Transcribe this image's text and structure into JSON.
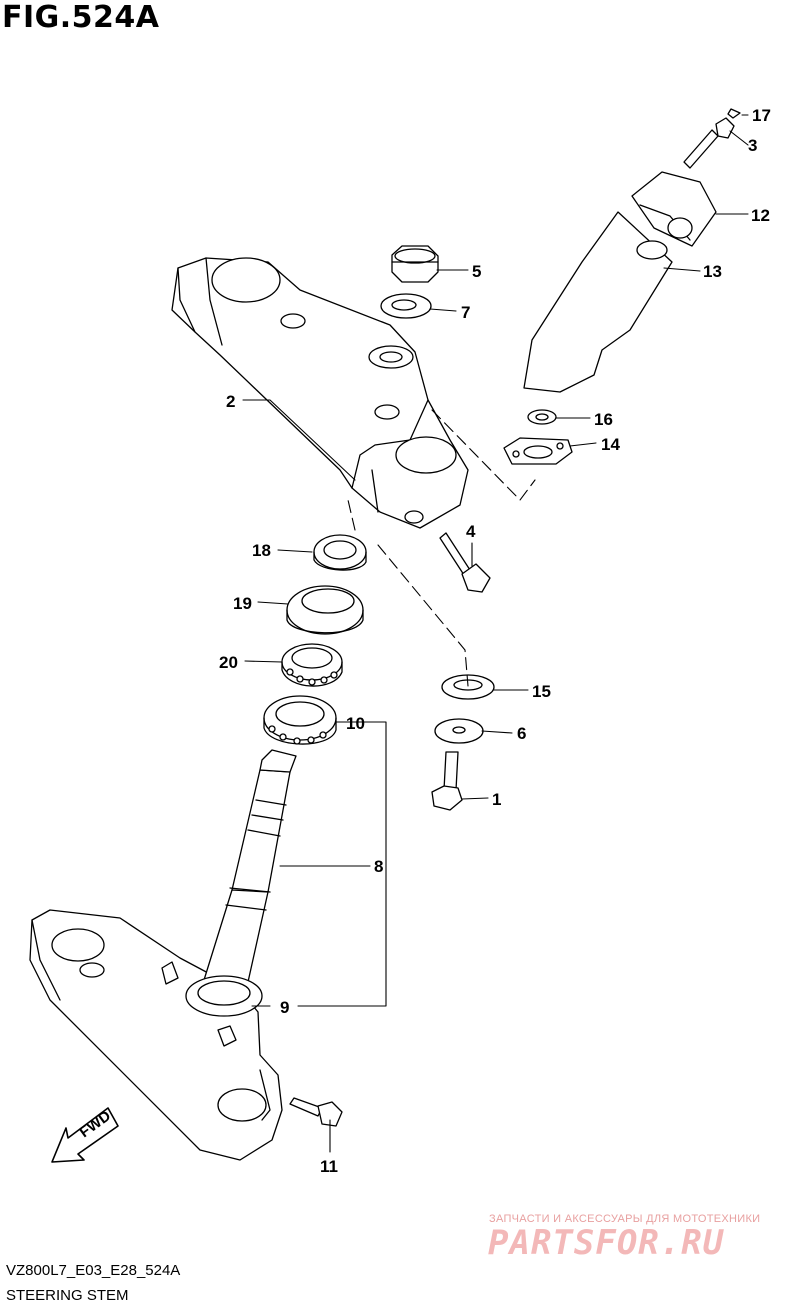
{
  "figure": {
    "title": "FIG.524A",
    "code": "VZ800L7_E03_E28_524A",
    "caption": "STEERING STEM"
  },
  "callouts": [
    {
      "id": "c1",
      "label": "1"
    },
    {
      "id": "c2",
      "label": "2"
    },
    {
      "id": "c3",
      "label": "3"
    },
    {
      "id": "c4",
      "label": "4"
    },
    {
      "id": "c5",
      "label": "5"
    },
    {
      "id": "c6",
      "label": "6"
    },
    {
      "id": "c7",
      "label": "7"
    },
    {
      "id": "c8",
      "label": "8"
    },
    {
      "id": "c9",
      "label": "9"
    },
    {
      "id": "c10",
      "label": "10"
    },
    {
      "id": "c11",
      "label": "11"
    },
    {
      "id": "c12",
      "label": "12"
    },
    {
      "id": "c13",
      "label": "13"
    },
    {
      "id": "c14",
      "label": "14"
    },
    {
      "id": "c15",
      "label": "15"
    },
    {
      "id": "c16",
      "label": "16"
    },
    {
      "id": "c17",
      "label": "17"
    },
    {
      "id": "c18",
      "label": "18"
    },
    {
      "id": "c19",
      "label": "19"
    },
    {
      "id": "c20",
      "label": "20"
    }
  ],
  "direction_marker": {
    "label": "FWD",
    "icon": "arrow-forward-icon"
  },
  "watermark": {
    "tagline": "ЗАПЧАСТИ И АКСЕССУАРЫ ДЛЯ МОТОТЕХНИКИ",
    "logo": "PARTSFOR.RU",
    "color": "#f3b8b8"
  }
}
